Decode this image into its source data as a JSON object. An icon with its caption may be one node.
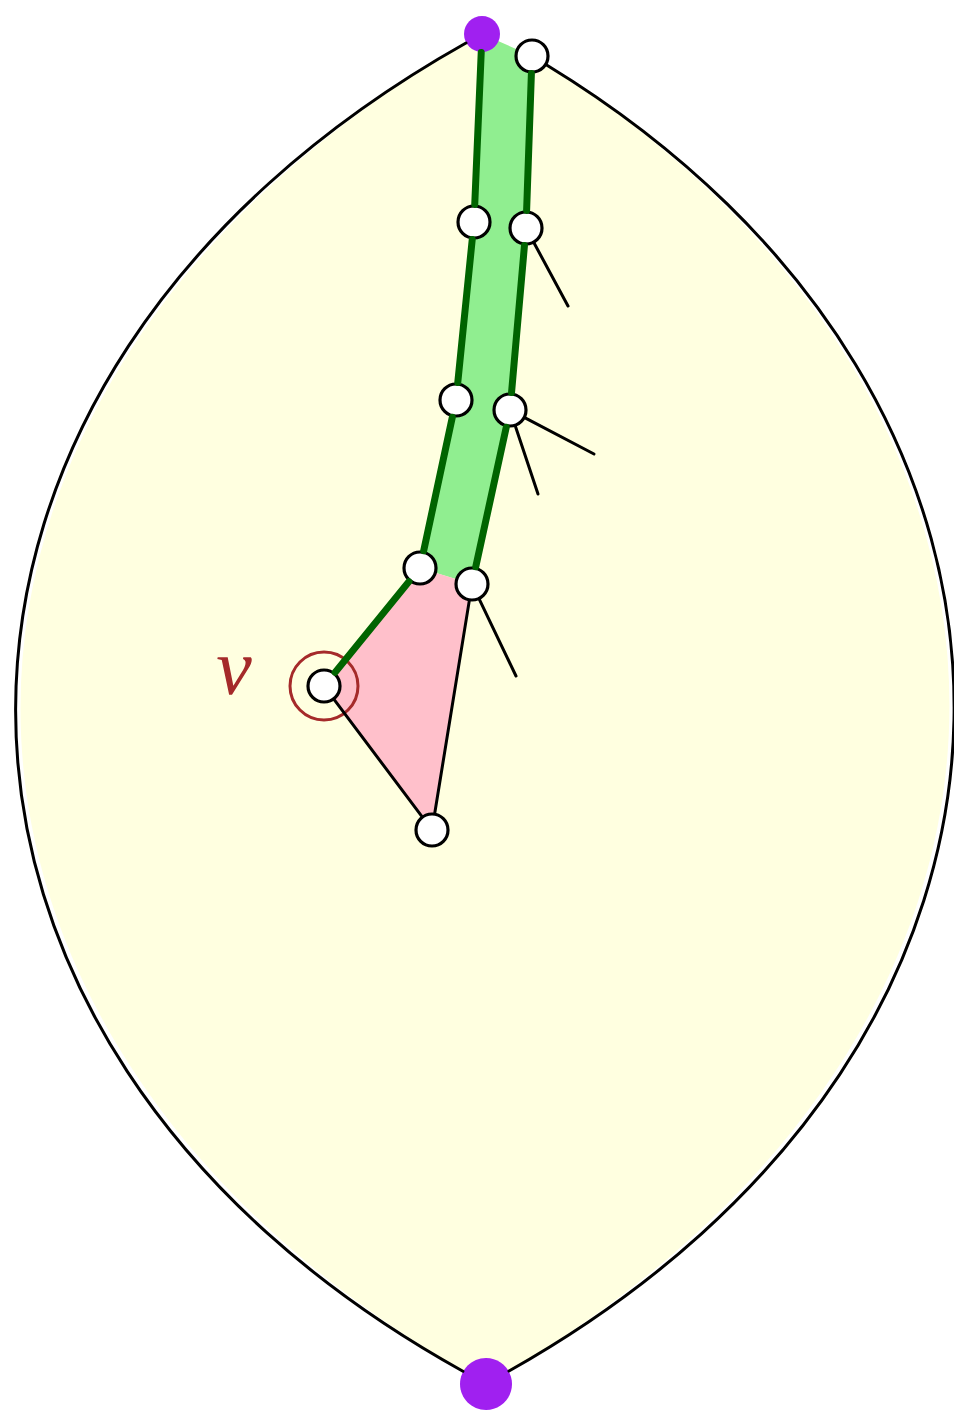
{
  "diagram": {
    "nodes": [
      {
        "text": [],
        "shape": "circle"
      },
      {
        "text": [],
        "shape": "circle"
      },
      {
        "text": [],
        "shape": "circle"
      },
      {
        "text": [],
        "shape": "circle"
      },
      {
        "text": [],
        "shape": "circle"
      },
      {
        "text": [],
        "shape": "circle"
      },
      {
        "text": [],
        "shape": "circle"
      },
      {
        "text": [],
        "shape": "circle"
      },
      {
        "text": [],
        "shape": "circle"
      },
      {
        "text": [],
        "shape": "circle",
        "beside": [
          "v"
        ]
      },
      {
        "text": [],
        "shape": "circle"
      }
    ],
    "edges": [
      {
        "from": 0,
        "to": 1,
        "arrow": "none"
      },
      {
        "from": 2,
        "to": 1,
        "arrow": "none"
      },
      {
        "from": 0,
        "to": 3,
        "arrow": "none",
        "style": "thick",
        "color": "#006400"
      },
      {
        "from": 3,
        "to": 5,
        "arrow": "none",
        "style": "thick",
        "color": "#006400"
      },
      {
        "from": 5,
        "to": 7,
        "arrow": "none",
        "style": "thick",
        "color": "#006400"
      },
      {
        "from": 7,
        "to": 9,
        "arrow": "none",
        "style": "thick",
        "color": "#006400"
      },
      {
        "from": 2,
        "to": 4,
        "arrow": "none",
        "style": "thick",
        "color": "#006400"
      },
      {
        "from": 4,
        "to": 6,
        "arrow": "none",
        "style": "thick",
        "color": "#006400"
      },
      {
        "from": 6,
        "to": 8,
        "arrow": "none",
        "style": "thick",
        "color": "#006400"
      },
      {
        "from": 8,
        "to": 10,
        "arrow": "none"
      },
      {
        "from": 10,
        "to": 9,
        "arrow": "none"
      },
      {
        "from": 4,
        "to": null,
        "arrow": "none"
      },
      {
        "from": 6,
        "to": null,
        "arrow": "none"
      },
      {
        "from": 6,
        "to": null,
        "arrow": "none"
      },
      {
        "from": 8,
        "to": null,
        "arrow": "none"
      }
    ]
  }
}
